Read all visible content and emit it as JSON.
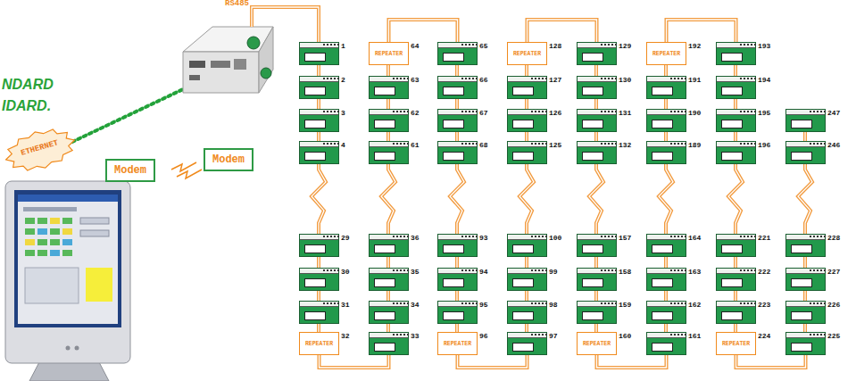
{
  "diagram": {
    "nodes": [
      {
        "text": [
          "Modem"
        ]
      },
      {
        "text": [
          "Modem"
        ]
      },
      {
        "text": [
          "ETHERNET"
        ]
      },
      {
        "text": [
          "1"
        ]
      },
      {
        "text": [
          "2"
        ]
      },
      {
        "text": [
          "3"
        ]
      },
      {
        "text": [
          "4"
        ]
      },
      {
        "text": [
          "29"
        ]
      },
      {
        "text": [
          "30"
        ]
      },
      {
        "text": [
          "31"
        ]
      },
      {
        "text": [
          "REPEATER",
          "32"
        ]
      },
      {
        "text": [
          "REPEATER",
          "64"
        ]
      },
      {
        "text": [
          "63"
        ]
      },
      {
        "text": [
          "62"
        ]
      },
      {
        "text": [
          "61"
        ]
      },
      {
        "text": [
          "36"
        ]
      },
      {
        "text": [
          "35"
        ]
      },
      {
        "text": [
          "34"
        ]
      },
      {
        "text": [
          "33"
        ]
      },
      {
        "text": [
          "65"
        ]
      },
      {
        "text": [
          "66"
        ]
      },
      {
        "text": [
          "67"
        ]
      },
      {
        "text": [
          "68"
        ]
      },
      {
        "text": [
          "93"
        ]
      },
      {
        "text": [
          "94"
        ]
      },
      {
        "text": [
          "95"
        ]
      },
      {
        "text": [
          "REPEATER",
          "96"
        ]
      },
      {
        "text": [
          "REPEATER",
          "128"
        ]
      },
      {
        "text": [
          "127"
        ]
      },
      {
        "text": [
          "126"
        ]
      },
      {
        "text": [
          "125"
        ]
      },
      {
        "text": [
          "100"
        ]
      },
      {
        "text": [
          "99"
        ]
      },
      {
        "text": [
          "98"
        ]
      },
      {
        "text": [
          "97"
        ]
      },
      {
        "text": [
          "129"
        ]
      },
      {
        "text": [
          "130"
        ]
      },
      {
        "text": [
          "131"
        ]
      },
      {
        "text": [
          "132"
        ]
      },
      {
        "text": [
          "157"
        ]
      },
      {
        "text": [
          "158"
        ]
      },
      {
        "text": [
          "159"
        ]
      },
      {
        "text": [
          "REPEATER",
          "160"
        ]
      },
      {
        "text": [
          "REPEATER",
          "192"
        ]
      },
      {
        "text": [
          "191"
        ]
      },
      {
        "text": [
          "190"
        ]
      },
      {
        "text": [
          "189"
        ]
      },
      {
        "text": [
          "164"
        ]
      },
      {
        "text": [
          "163"
        ]
      },
      {
        "text": [
          "162"
        ]
      },
      {
        "text": [
          "161"
        ]
      },
      {
        "text": [
          "193"
        ]
      },
      {
        "text": [
          "194"
        ]
      },
      {
        "text": [
          "195"
        ]
      },
      {
        "text": [
          "196"
        ]
      },
      {
        "text": [
          "221"
        ]
      },
      {
        "text": [
          "222"
        ]
      },
      {
        "text": [
          "223"
        ]
      },
      {
        "text": [
          "REPEATER",
          "224"
        ]
      },
      {
        "text": [
          "247"
        ]
      },
      {
        "text": [
          "246"
        ]
      },
      {
        "text": [
          "228"
        ]
      },
      {
        "text": [
          "227"
        ]
      },
      {
        "text": [
          "226"
        ]
      },
      {
        "text": [
          "225"
        ]
      }
    ],
    "edges": [
      {
        "from": 10,
        "to": 18,
        "arrow": "none"
      },
      {
        "from": 11,
        "to": 19,
        "arrow": "none"
      },
      {
        "from": 26,
        "to": 34,
        "arrow": "none"
      },
      {
        "from": 27,
        "to": 35,
        "arrow": "none"
      },
      {
        "from": 42,
        "to": 50,
        "arrow": "none"
      },
      {
        "from": 43,
        "to": 51,
        "arrow": "none"
      },
      {
        "from": 58,
        "to": 64,
        "arrow": "none"
      }
    ],
    "labels": [
      "RS485",
      "NDARD",
      "IDARD."
    ]
  }
}
